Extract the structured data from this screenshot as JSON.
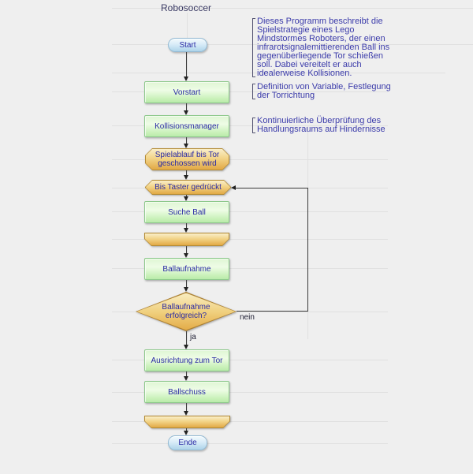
{
  "title": "Robosoccer",
  "colors": {
    "background": "#efefef",
    "process_fill": "#c6f0b6",
    "process_border": "#8cc88a",
    "loop_fill": "#f2d488",
    "loop_border": "#b38a34",
    "terminator_fill": "#d9ecf8",
    "terminator_border": "#94bad3",
    "node_text": "#2b2ba5",
    "annotation_text": "#3b3baa",
    "connector": "#222222"
  },
  "nodes": {
    "start": {
      "type": "terminator",
      "label": "Start"
    },
    "vorstart": {
      "type": "process",
      "label": "Vorstart"
    },
    "kollisionsmanager": {
      "type": "process",
      "label": "Kollisionsmanager"
    },
    "spielablauf": {
      "type": "loop",
      "label": "Spielablauf bis Tor\ngeschossen wird"
    },
    "bis_taster": {
      "type": "loop",
      "label": "Bis Taster gedrückt"
    },
    "suche_ball": {
      "type": "process",
      "label": "Suche Ball"
    },
    "loop_end_1": {
      "type": "loop-end",
      "label": ""
    },
    "ballaufnahme": {
      "type": "process",
      "label": "Ballaufnahme"
    },
    "entscheidung": {
      "type": "decision",
      "label": "Ballaufnahme\nerfolgreich?"
    },
    "ausrichtung": {
      "type": "process",
      "label": "Ausrichtung zum Tor"
    },
    "ballschuss": {
      "type": "process",
      "label": "Ballschuss"
    },
    "loop_end_2": {
      "type": "loop-end",
      "label": ""
    },
    "ende": {
      "type": "terminator",
      "label": "Ende"
    }
  },
  "edge_labels": {
    "yes": "ja",
    "no": "nein"
  },
  "annotations": [
    {
      "text": "Dieses Programm beschreibt die\nSpielstrategie eines Lego\nMindstormes Roboters, der einen\ninfrarotsignalemittierenden Ball ins\ngegenüberliegende Tor schießen\nsoll. Dabei vereitelt er auch\nidealerweise Kollisionen."
    },
    {
      "text": "Definition von Variable, Festlegung\nder Torrichtung"
    },
    {
      "text": "Kontinuierliche Überprüfung des\nHandlungsraums auf Hindernisse"
    }
  ]
}
